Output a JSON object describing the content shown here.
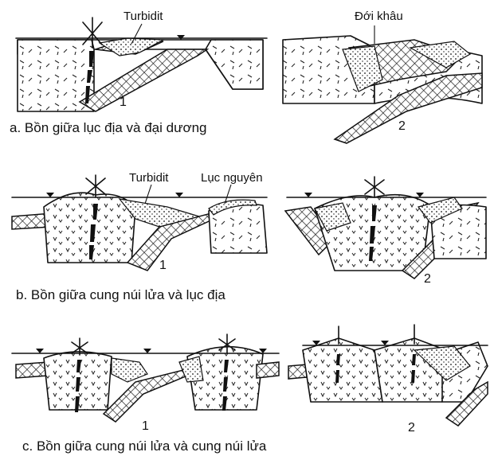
{
  "figure": {
    "panel_a": {
      "caption": "a. Bồn giữa lục địa và đại dương",
      "stage1_label": "1",
      "stage2_label": "2",
      "turbidite_label": "Turbidit",
      "suture_label": "Đới khâu"
    },
    "panel_b": {
      "caption": "b. Bồn giữa cung núi lửa và lục địa",
      "stage1_label": "1",
      "stage2_label": "2",
      "turbidite_label": "Turbidit",
      "terrigenous_label": "Lục nguyên"
    },
    "panel_c": {
      "caption": "c. Bồn giữa cung núi lửa và cung núi lửa",
      "stage1_label": "1",
      "stage2_label": "2"
    }
  }
}
